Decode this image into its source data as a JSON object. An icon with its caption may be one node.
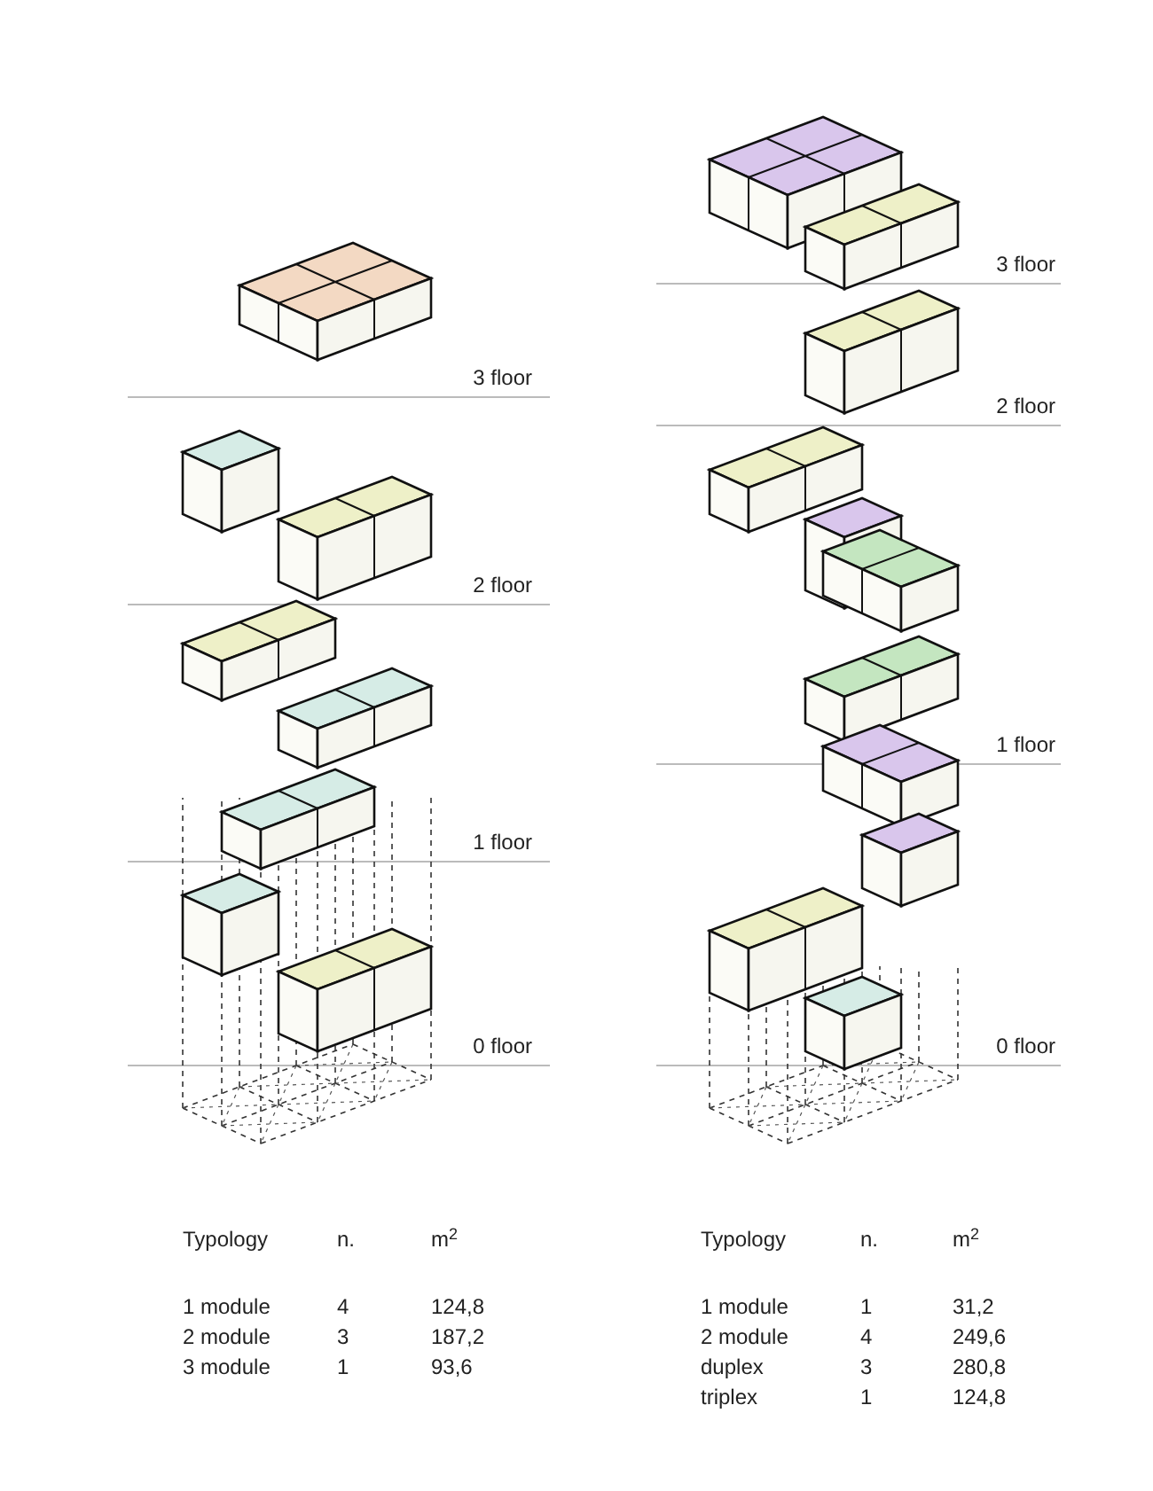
{
  "diagram": {
    "labels": [
      "3 floor",
      "2 floor",
      "1 floor",
      "0 floor",
      "3 floor",
      "2 floor",
      "1 floor",
      "0 floor",
      "Typology",
      "n.",
      "m$^{2}$",
      "1 module",
      "4",
      "124,8",
      "2 module",
      "3",
      "187,2",
      "3 module",
      "1",
      "93,6",
      "Typology",
      "n.",
      "m$^{2}$",
      "1 module",
      "1",
      "31,2",
      "2 module",
      "4",
      "249,6",
      "duplex",
      "3",
      "280,8",
      "triplex",
      "1",
      "124,8"
    ]
  }
}
